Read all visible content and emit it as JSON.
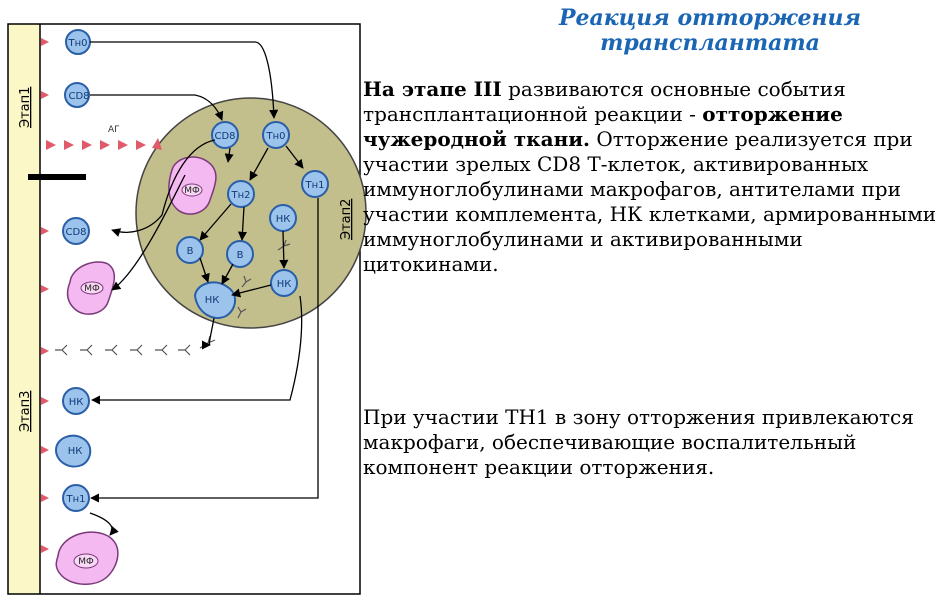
{
  "title": {
    "line1": "Реакция отторжения",
    "line2": "трансплантата"
  },
  "para1": {
    "lead_bold": "На этапе III",
    "after_lead": " развиваются основные события трансплантационной реакции - ",
    "bold_phrase": "отторжение чужеродной ткани.",
    "rest": " Отторжение реализуется при участии зрелых CD8 Т-клеток, активированных иммуноглобулинами макрофагов, антителами при участии комплемента, НК клетками, армированными иммуноглобулинами и активированными цитокинами."
  },
  "para2": {
    "text": "При участии ТН1 в зону отторжения привлекаются макрофаги, обеспечивающие воспалительный компонент реакции отторжения."
  },
  "diagram": {
    "stage1": "Этап1",
    "stage2": "Этап2",
    "stage3": "Этап3",
    "ag_label": "АГ",
    "cells": {
      "th0_top": "Тн0",
      "cd8_left": "CD8",
      "cd8_zone": "CD8",
      "th0_zone": "Тн0",
      "mf_zone": "МФ",
      "th2_zone": "Тн2",
      "th1_zone": "Тн1",
      "nk_zone_top": "НК",
      "b_zone_1": "В",
      "b_zone_2": "В",
      "nk_zone_mid": "НК",
      "nk_zone_bottom": "НК",
      "cd8_out": "CD8",
      "mf_out_1": "МФ",
      "nk_out_1": "НК",
      "nk_out_2": "НК",
      "th1_out": "Тн1",
      "mf_out_2": "МФ"
    }
  },
  "colors": {
    "sidebar": "#fbf7c7",
    "zone": "#c3bf8c",
    "cell_fill": "#9bc3ec",
    "cell_stroke": "#2a5fa8",
    "mf_fill": "#f4b9f0",
    "arrow_red": "#e05a6c"
  }
}
